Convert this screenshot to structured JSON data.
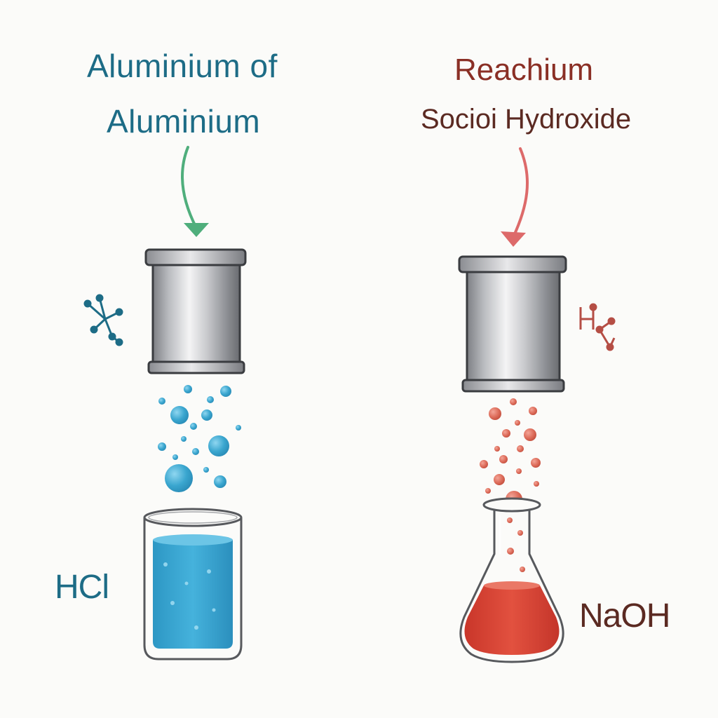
{
  "left": {
    "title_line1": "Aluminium of",
    "title_line2": "Aluminium",
    "reagent": "HCl",
    "accent_color": "#1d6c86",
    "arrow_color": "#4fae7c",
    "bubble_color": "#3aa6cf",
    "liquid_color": "#35a7d4",
    "molecule_icon": "molecule-icon"
  },
  "right": {
    "title_line1": "Reachium",
    "title_line2": "Socioi Hydroxide",
    "reagent": "NaOH",
    "accent_color": "#8a2f25",
    "arrow_color": "#dd6a6a",
    "bubble_color": "#de6e5c",
    "liquid_color": "#d84334",
    "molecule_icon": "molecule-icon"
  }
}
